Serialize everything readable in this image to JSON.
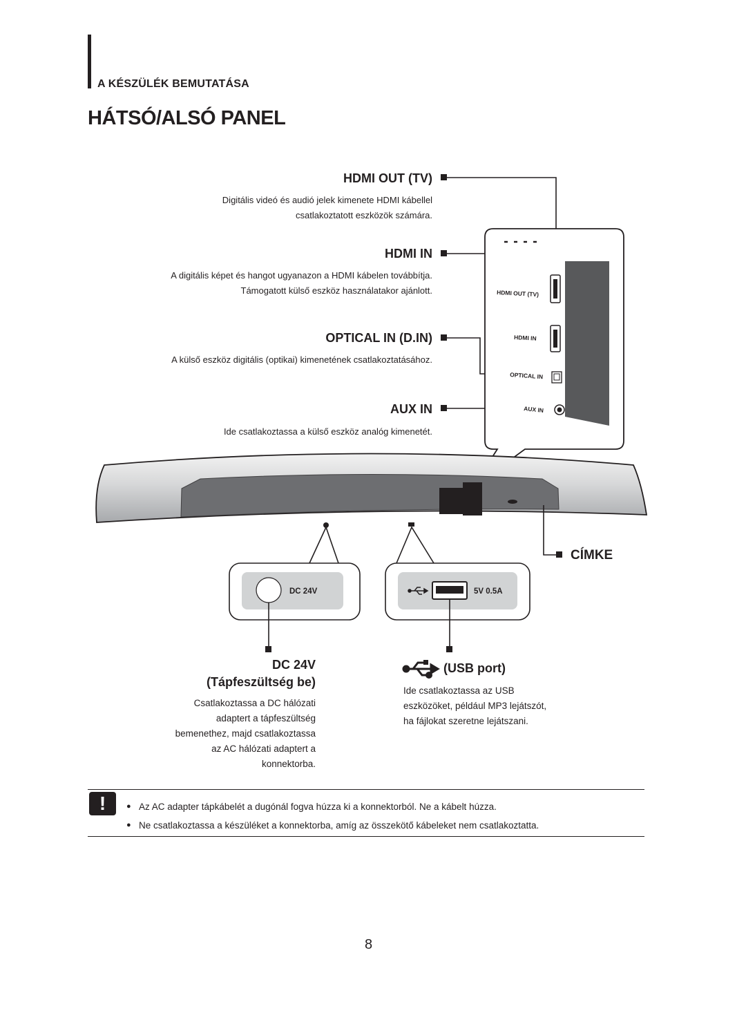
{
  "header": {
    "section": "A KÉSZÜLÉK BEMUTATÁSA",
    "title": "HÁTSÓ/ALSÓ PANEL"
  },
  "ports": [
    {
      "label": "HDMI OUT (TV)",
      "desc": [
        "Digitális videó és audió jelek kimenete HDMI kábellel",
        "csatlakoztatott eszközök számára."
      ]
    },
    {
      "label": "HDMI IN",
      "desc": [
        "A digitális képet és hangot ugyanazon a HDMI kábelen továbbítja.",
        "Támogatott külső eszköz használatakor ajánlott."
      ]
    },
    {
      "label": "OPTICAL IN (D.IN)",
      "desc": [
        "A külső eszköz digitális (optikai) kimenetének csatlakoztatásához."
      ]
    },
    {
      "label": "AUX IN",
      "desc": [
        "Ide csatlakoztassa a külső eszköz analóg kimenetét."
      ]
    }
  ],
  "panel_labels": {
    "hdmi_out": "HDMI OUT (TV)",
    "hdmi_in": "HDMI IN",
    "optical_in": "OPTICAL IN",
    "aux_in": "AUX IN"
  },
  "cimke": "CÍMKE",
  "dc_box_label": "DC 24V",
  "usb_box_label": "5V 0.5A",
  "dc": {
    "title_line1": "DC 24V",
    "title_line2": "(Tápfeszültség be)",
    "desc": [
      "Csatlakoztassa a DC hálózati",
      "adaptert a tápfeszültség",
      "bemenethez, majd csatlakoztassa",
      "az AC hálózati adaptert a",
      "konnektorba."
    ]
  },
  "usb": {
    "title": "(USB port)",
    "desc": [
      "Ide csatlakoztassa az USB",
      "eszközöket, például MP3 lejátszót,",
      "ha fájlokat szeretne lejátszani."
    ]
  },
  "notice": {
    "icon": "!",
    "items": [
      "Az AC adapter tápkábelét a dugónál fogva húzza ki a konnektorból. Ne a kábelt húzza.",
      "Ne csatlakoztassa a készüléket a konnektorba, amíg az összekötő kábeleket nem csatlakoztatta."
    ]
  },
  "page_number": "8"
}
